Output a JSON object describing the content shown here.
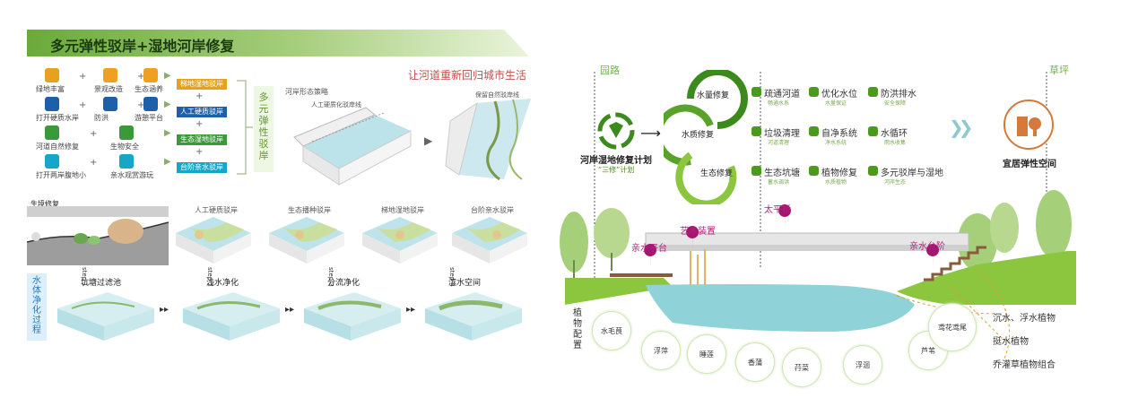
{
  "left": {
    "title": "多元弹性驳岸+湿地河岸修复",
    "headline": "让河道重新回归城市生活",
    "features": [
      {
        "label": "绿地丰富",
        "icon": "wheat-icon",
        "color": "#e7a21d"
      },
      {
        "label": "景观改造",
        "icon": "tree-icon",
        "color": "#f0a020"
      },
      {
        "label": "生态涵养",
        "icon": "sun-icon",
        "color": "#f0a020"
      },
      {
        "label": "打开硬质水岸",
        "icon": "building-icon",
        "color": "#1d5fa8"
      },
      {
        "label": "防洪",
        "icon": "shield-icon",
        "color": "#1d5fa8"
      },
      {
        "label": "游憩平台",
        "icon": "platform-icon",
        "color": "#1d5fa8"
      },
      {
        "label": "河道自然修复",
        "icon": "river-icon",
        "color": "#3a9a3a"
      },
      {
        "label": "生物安全",
        "icon": "leaf-icon",
        "color": "#3a9a3a"
      },
      {
        "label": "打开两岸腹地小",
        "icon": "bridge-icon",
        "color": "#16a6c8"
      },
      {
        "label": "亲水观赏游玩",
        "icon": "clock-icon",
        "color": "#16a6c8"
      }
    ],
    "bank_types": [
      {
        "label": "梯地湿地驳岸",
        "color": "#e7a21d"
      },
      {
        "label": "人工硬质驳岸",
        "color": "#1d5fa8"
      },
      {
        "label": "生态湿地驳岸",
        "color": "#3a9a3a"
      },
      {
        "label": "台阶亲水驳岸",
        "color": "#16a6c8"
      }
    ],
    "vertical_label": "多元弹性驳岸",
    "strategy_label": "河岸形态策略",
    "strategy_sub1": "人工硬质化驳岸线",
    "strategy_sub2": "保留自然驳岸线",
    "habitat_label": "生境修复",
    "bank_tiles": [
      "人工硬质驳岸",
      "生态播种驳岸",
      "梯地湿地驳岸",
      "台阶亲水驳岸"
    ],
    "purify_label": "水体净化过程",
    "steps": [
      {
        "step": "step 1",
        "label": "坑塘过滤池"
      },
      {
        "step": "step 2",
        "label": "浅水净化"
      },
      {
        "step": "step 3",
        "label": "分流净化"
      },
      {
        "step": "step 4",
        "label": "滨水空间"
      }
    ]
  },
  "right": {
    "left_zone": "园路",
    "right_zone": "草坪",
    "plan_title": "河岸湿地修复计划",
    "plan_sub": "“三修”计划",
    "cycle": [
      "水量修复",
      "水质修复",
      "生态修复"
    ],
    "actions": [
      {
        "label": "疏通河道",
        "sub": "畅通水系",
        "icon": "dredge-icon"
      },
      {
        "label": "优化水位",
        "sub": "水量保证",
        "icon": "water-level-icon"
      },
      {
        "label": "防洪排水",
        "sub": "安全保障",
        "icon": "flood-icon"
      },
      {
        "label": "垃圾清理",
        "sub": "河道清理",
        "icon": "trash-icon"
      },
      {
        "label": "自净系统",
        "sub": "净水系统",
        "icon": "grid-icon"
      },
      {
        "label": "水循环",
        "sub": "雨水收集",
        "icon": "cycle-icon"
      },
      {
        "label": "生态坑塘",
        "sub": "蓄水调洪",
        "icon": "pond-icon"
      },
      {
        "label": "植物修复",
        "sub": "水质植物",
        "icon": "clover-icon"
      },
      {
        "label": "多元驳岸与湿地",
        "sub": "河岸生态",
        "icon": "arrow-icon"
      }
    ],
    "goal": "宜居弹性空间",
    "section_labels": {
      "bridge": "太平桥",
      "art": "艺术装置",
      "platform": "亲水平台",
      "steps": "亲水台阶"
    },
    "plant_title": "植物配置",
    "plants_left": [
      "水毛茛",
      "浮萍",
      "睡莲",
      "香蒲",
      "荇菜",
      "浮洄",
      "芦苇"
    ],
    "plant_circle": "鸢花鸢尾",
    "plants_right": [
      "沉水、浮水植物",
      "挺水植物",
      "乔灌草植物组合"
    ]
  },
  "colors": {
    "green_dark": "#3c8a1e",
    "green_light": "#8cc63f",
    "water": "#8fd3d8",
    "magenta": "#a3176e"
  }
}
